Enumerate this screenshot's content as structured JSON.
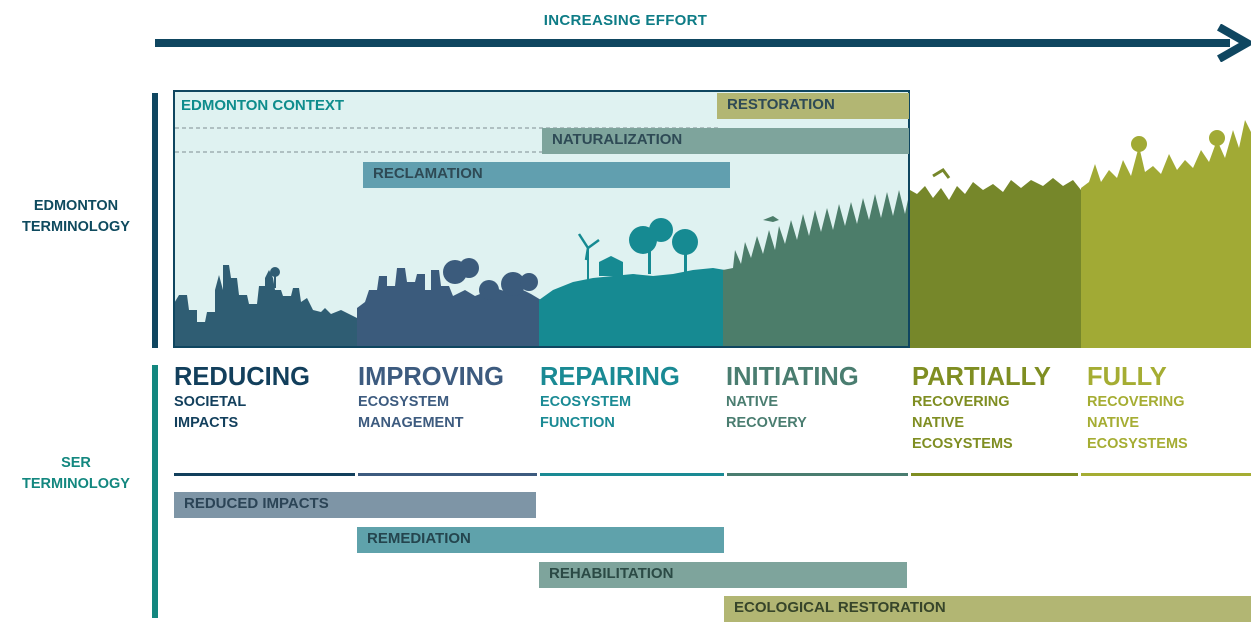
{
  "effort_arrow": {
    "label": "INCREASING EFFORT",
    "color": "#0f4660"
  },
  "edmonton_terminology": {
    "label_line1": "EDMONTON",
    "label_line2": "TERMINOLOGY",
    "context_label": "EDMONTON CONTEXT",
    "bars": {
      "restoration": "RESTORATION",
      "naturalization": "NATURALIZATION",
      "reclamation": "RECLAMATION"
    }
  },
  "ser_terminology": {
    "label_line1": "SER",
    "label_line2": "TERMINOLOGY",
    "bars": {
      "reduced_impacts": "REDUCED IMPACTS",
      "remediation": "REMEDIATION",
      "rehabilitation": "REHABILITATION",
      "ecological_restoration": "ECOLOGICAL RESTORATION"
    }
  },
  "stages": [
    {
      "title": "REDUCING",
      "sub1": "SOCIETAL",
      "sub2": "IMPACTS",
      "sub3": "",
      "color": "#123f5c"
    },
    {
      "title": "IMPROVING",
      "sub1": "ECOSYSTEM",
      "sub2": "MANAGEMENT",
      "sub3": "",
      "color": "#3d5b7f"
    },
    {
      "title": "REPAIRING",
      "sub1": "ECOSYSTEM",
      "sub2": "FUNCTION",
      "sub3": "",
      "color": "#1a8a94"
    },
    {
      "title": "INITIATING",
      "sub1": "NATIVE",
      "sub2": "RECOVERY",
      "sub3": "",
      "color": "#4a7d70"
    },
    {
      "title": "PARTIALLY",
      "sub1": "RECOVERING",
      "sub2": "NATIVE",
      "sub3": "ECOSYSTEMS",
      "color": "#7f8e22"
    },
    {
      "title": "FULLY",
      "sub1": "RECOVERING",
      "sub2": "NATIVE",
      "sub3": "ECOSYSTEMS",
      "color": "#a5ad33"
    }
  ],
  "landscape": {
    "sky_color": "#dff2f1",
    "segment_colors": [
      "#2f5d73",
      "#3b5b7c",
      "#168a92",
      "#4c7d6a",
      "#76872a",
      "#a1aa35"
    ]
  }
}
